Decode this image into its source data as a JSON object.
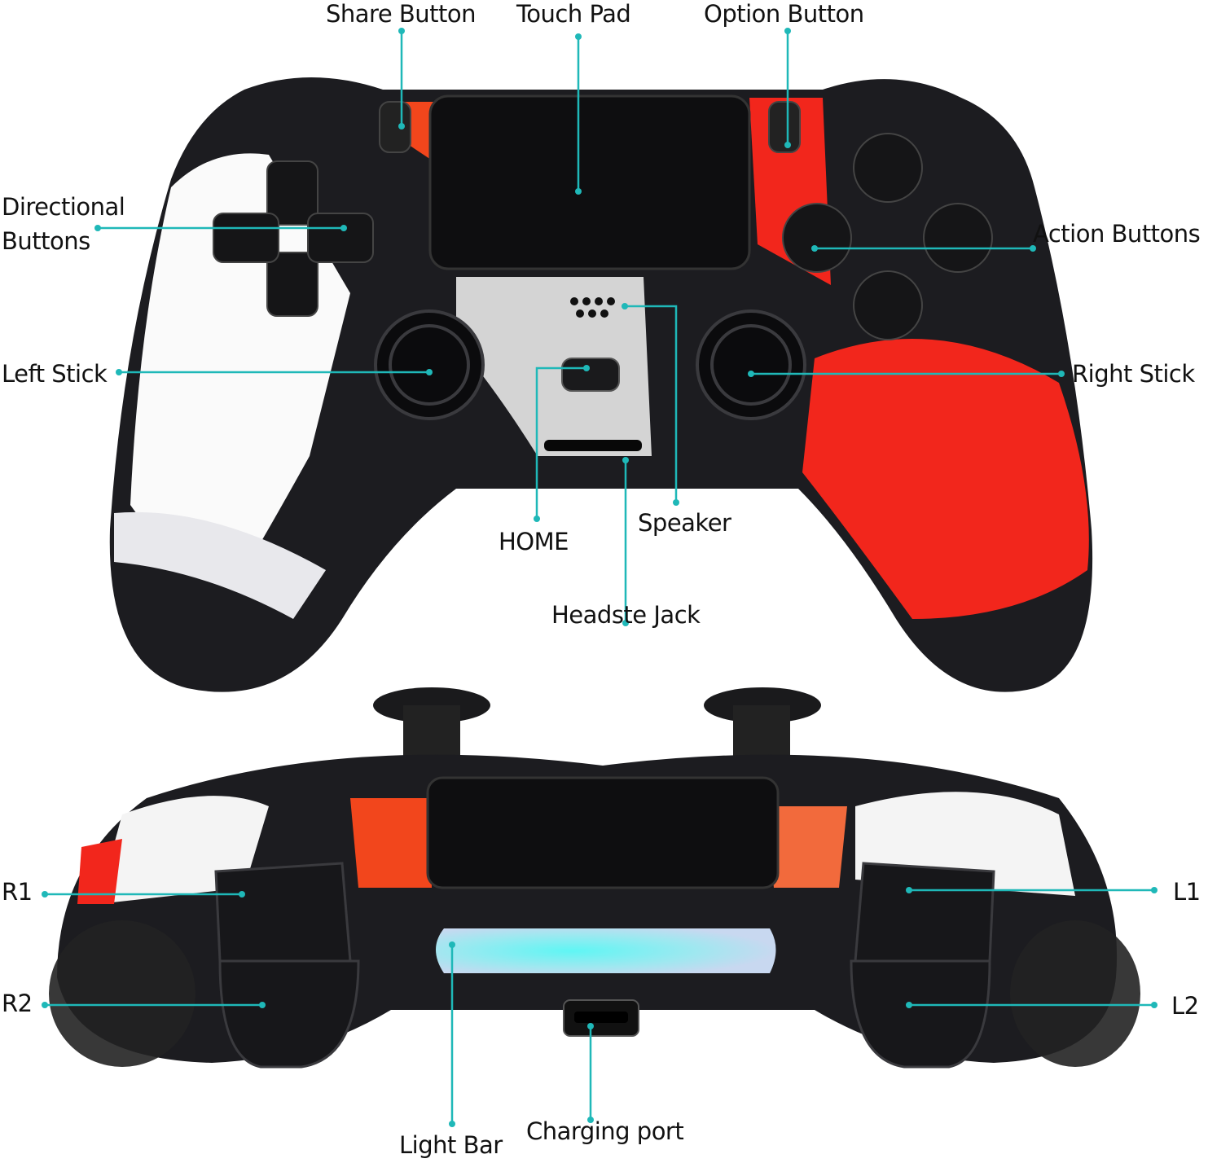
{
  "colors": {
    "callout": "#1fb8b8",
    "body_black": "#1c1c20",
    "accent_red": "#f2261c",
    "light_bar": "#5ff0f0"
  },
  "top_view": {
    "labels": {
      "share": "Share Button",
      "touchpad": "Touch Pad",
      "option": "Option Button",
      "dpad": "Directional\nButtons",
      "action": "Action Buttons",
      "left_stick": "Left Stick",
      "right_stick": "Right Stick",
      "home": "HOME",
      "speaker": "Speaker",
      "headset": "Headste Jack"
    }
  },
  "back_view": {
    "labels": {
      "r1": "R1",
      "r2": "R2",
      "l1": "L1",
      "l2": "L2",
      "light_bar": "Light Bar",
      "charging": "Charging port"
    }
  }
}
